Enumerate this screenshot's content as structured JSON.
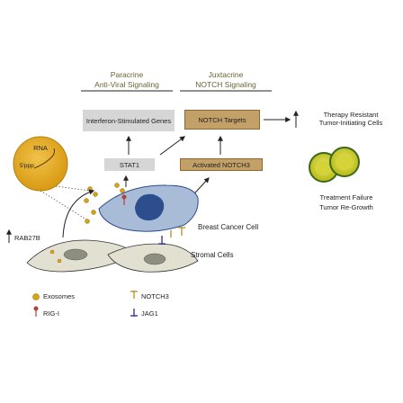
{
  "headers": {
    "paracrine_line1": "Paracrine",
    "paracrine_line2": "Anti-Viral Signaling",
    "juxtacrine_line1": "Juxtacrine",
    "juxtacrine_line2": "NOTCH Signaling"
  },
  "boxes": {
    "isg": "Interferon-Stimulated Genes",
    "notch_targets": "NOTCH Targets",
    "stat1": "STAT1",
    "activated_notch3": "Activated NOTCH3"
  },
  "outcomes": {
    "therapy_resistant_line1": "Therapy Resistant",
    "therapy_resistant_line2": "Tumor-Initiating Cells",
    "treatment_failure": "Treatment Failure",
    "tumor_regrowth": "Tumor Re-Growth"
  },
  "rna_bubble": {
    "rna": "RNA",
    "ppp": "5'ppp"
  },
  "cells": {
    "breast_cancer": "Breast Cancer Cell",
    "stromal": "Stromal Cells"
  },
  "rab27b": "RAB27B",
  "legend": {
    "exosomes": "Exosomes",
    "notch3": "NOTCH3",
    "rigi": "RIG-I",
    "jag1": "JAG1"
  },
  "colors": {
    "exosome": "#d8a416",
    "exosome_stroke": "#9c7a10",
    "header_text": "#6a6233",
    "tan_box": "#c2a067",
    "grey_box": "#d6d6d6",
    "cancer_cell": "#a8bcd8",
    "nucleus": "#2c4e8c",
    "stromal_cell": "#e2e0d0",
    "sphere_fill": "#c4c417",
    "rig_i": "#b04040",
    "notch3": "#b8962e",
    "jag1": "#3a3a8a"
  }
}
